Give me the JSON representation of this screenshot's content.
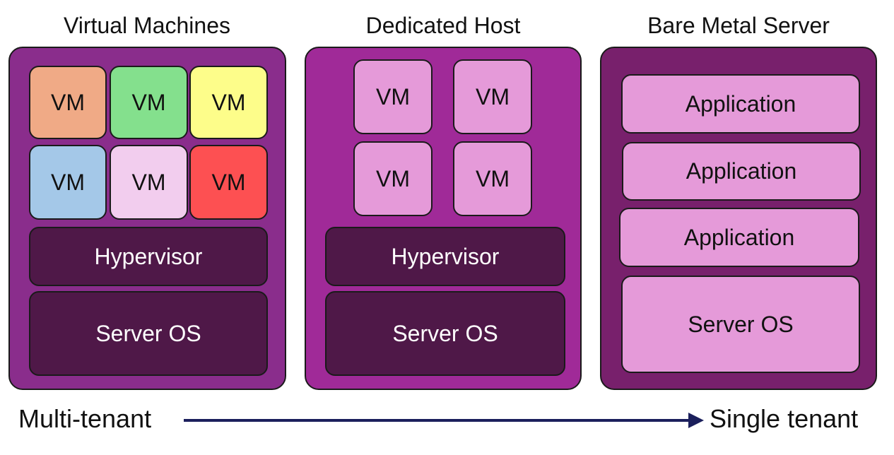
{
  "columns": {
    "vm": {
      "title": "Virtual Machines",
      "vms": [
        {
          "label": "VM",
          "color": "#f0aa86"
        },
        {
          "label": "VM",
          "color": "#84e08d"
        },
        {
          "label": "VM",
          "color": "#fdfd8a"
        },
        {
          "label": "VM",
          "color": "#a4c8e8"
        },
        {
          "label": "VM",
          "color": "#f2cdee"
        },
        {
          "label": "VM",
          "color": "#fd5052"
        }
      ],
      "hypervisor": "Hypervisor",
      "server_os": "Server OS",
      "panel_color": "#8a2d8c"
    },
    "dedicated": {
      "title": "Dedicated Host",
      "vms": [
        "VM",
        "VM",
        "VM",
        "VM"
      ],
      "hypervisor": "Hypervisor",
      "server_os": "Server OS",
      "panel_color": "#a02a98"
    },
    "bare_metal": {
      "title": "Bare Metal Server",
      "applications": [
        "Application",
        "Application",
        "Application"
      ],
      "server_os": "Server OS",
      "panel_color": "#78206c"
    }
  },
  "tenancy": {
    "left_label": "Multi-tenant",
    "right_label": "Single tenant",
    "arrow_color": "#1b1f5c"
  }
}
